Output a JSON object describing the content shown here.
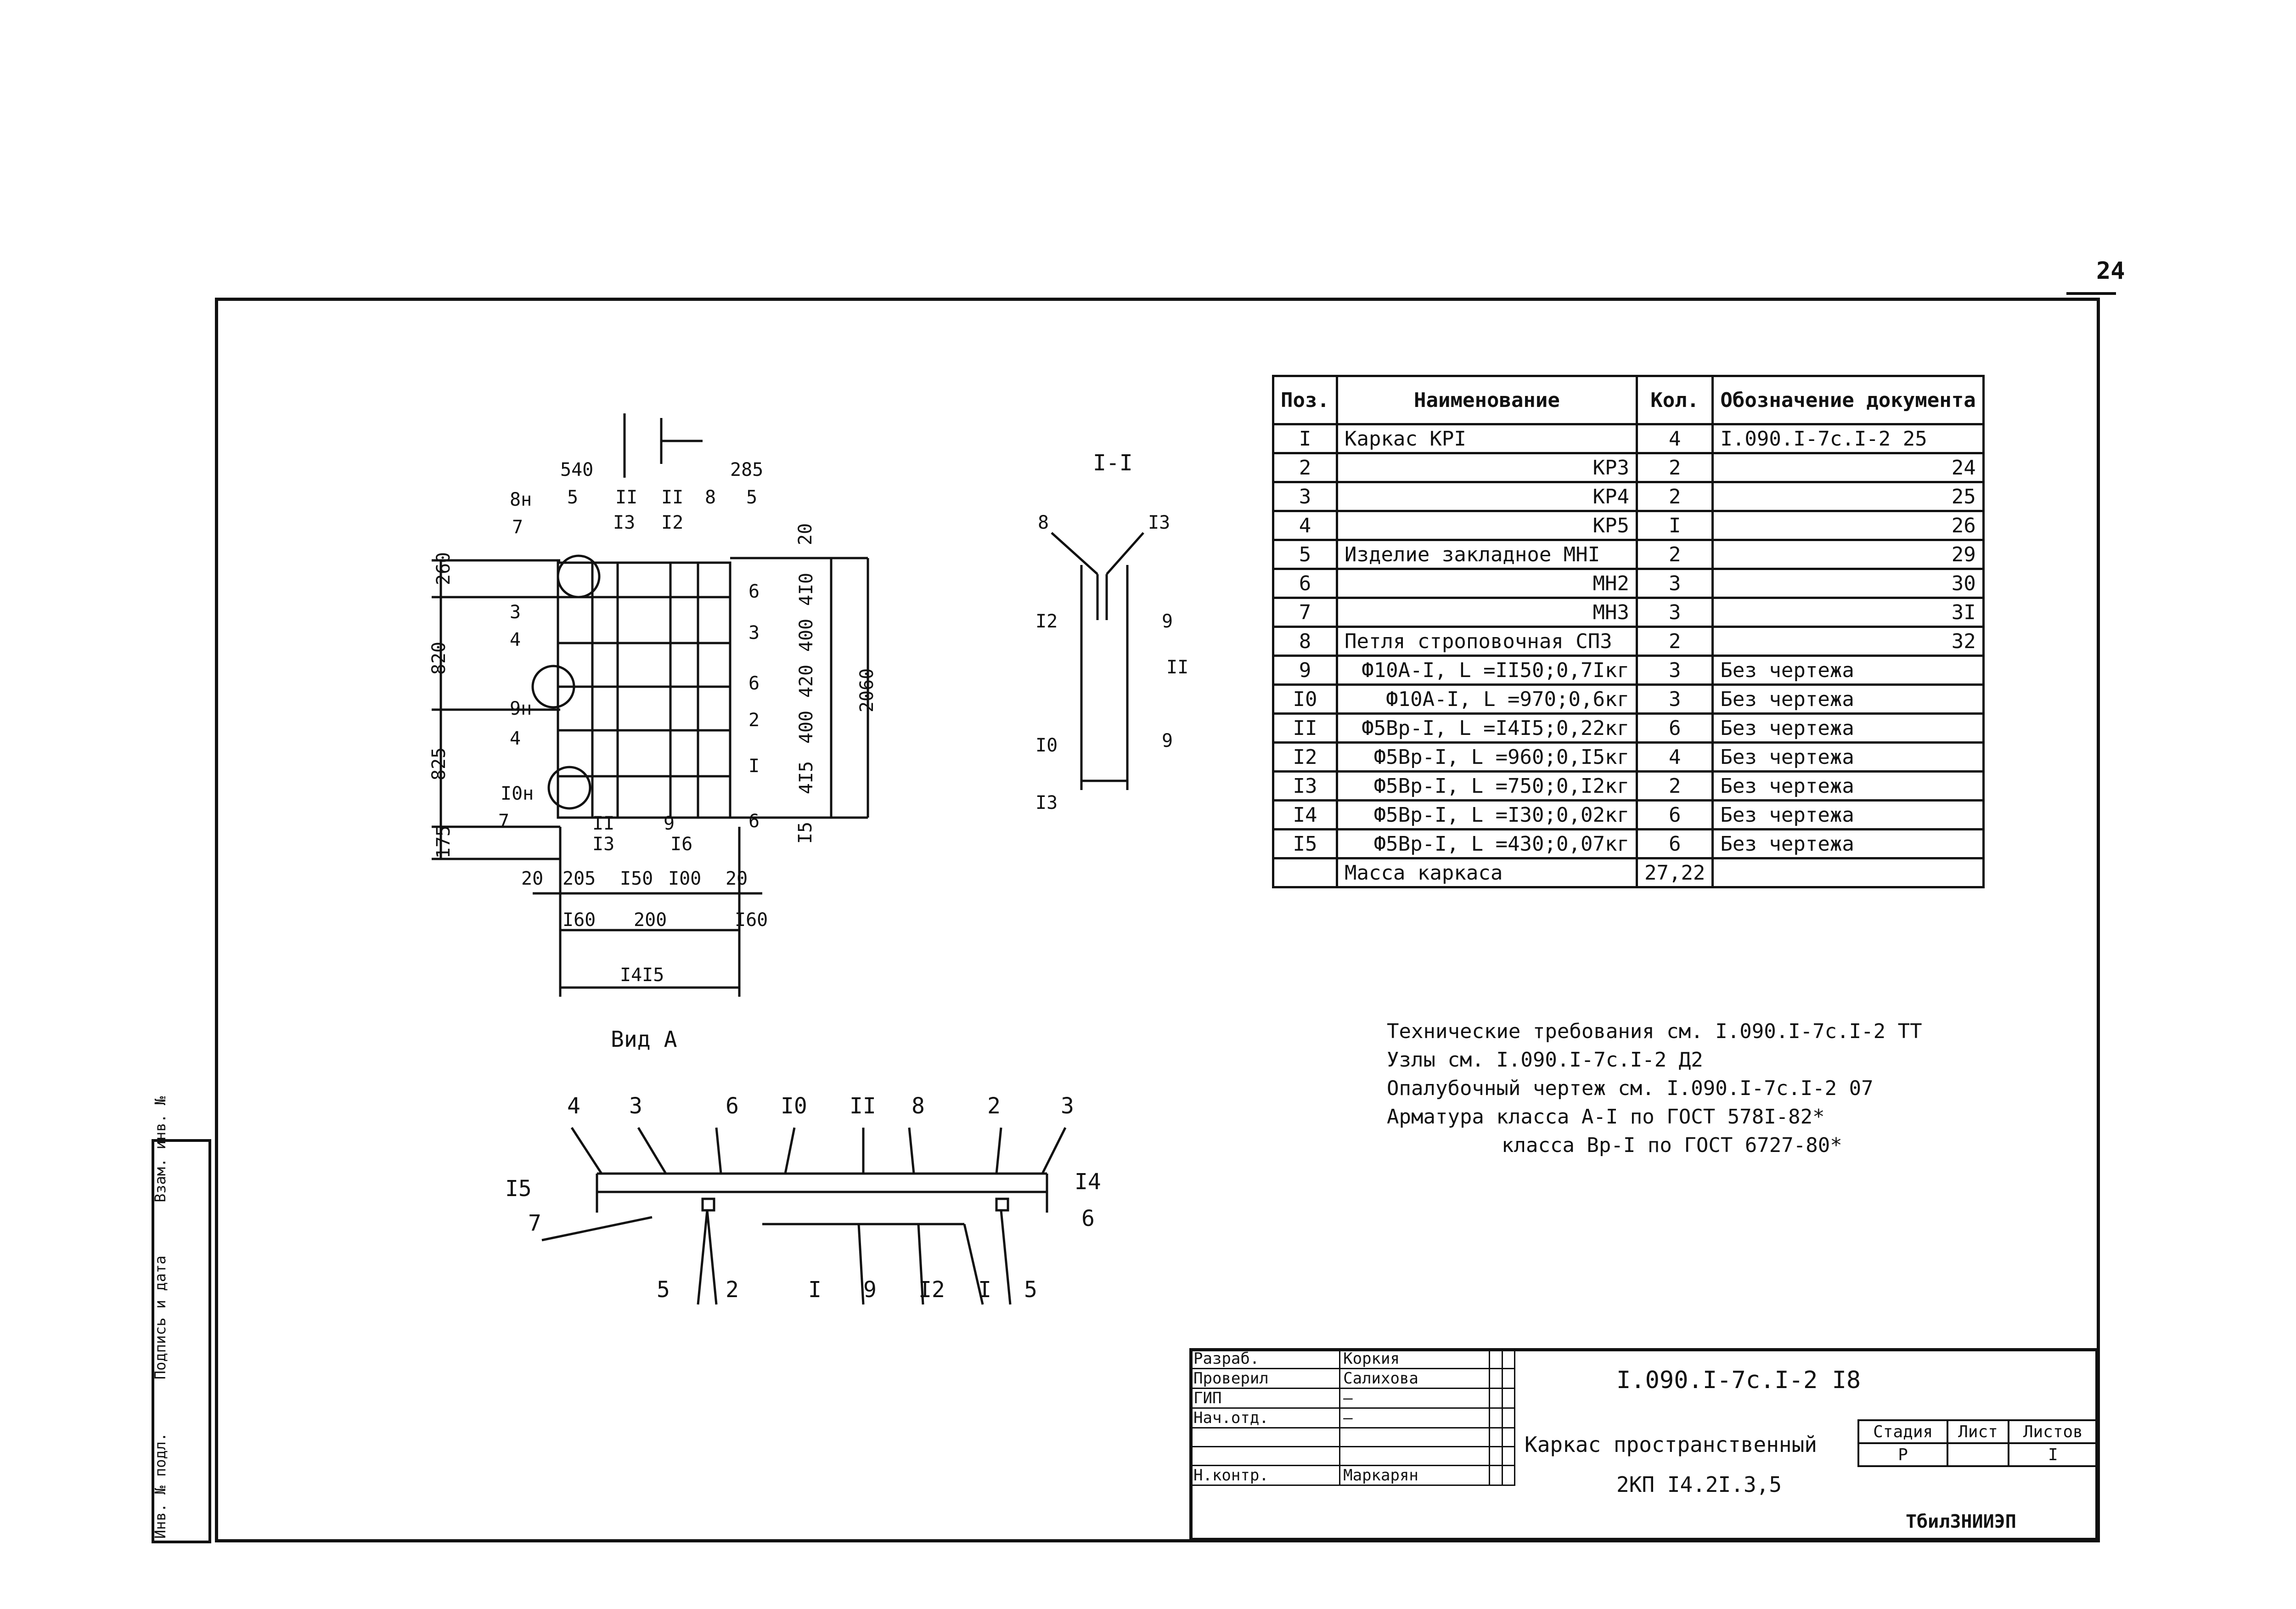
{
  "sheet_number": "24",
  "spec_table": {
    "headers": [
      "Поз.",
      "Наименование",
      "Кол.",
      "Обозначение документа"
    ],
    "rows": [
      [
        "I",
        "Каркас КРI",
        "4",
        "I.090.I-7с.I-2 25"
      ],
      [
        "2",
        "КР3",
        "2",
        "24"
      ],
      [
        "3",
        "КР4",
        "2",
        "25"
      ],
      [
        "4",
        "КР5",
        "I",
        "26"
      ],
      [
        "5",
        "Изделие закладное МНI",
        "2",
        "29"
      ],
      [
        "6",
        "МН2",
        "3",
        "30"
      ],
      [
        "7",
        "МН3",
        "3",
        "3I"
      ],
      [
        "8",
        "Петля строповочная СП3",
        "2",
        "32"
      ],
      [
        "9",
        "Ф10А-I, L =II50;0,7Iкг",
        "3",
        "Без чертежа"
      ],
      [
        "I0",
        "Ф10А-I, L =970;0,6кг",
        "3",
        "Без чертежа"
      ],
      [
        "II",
        "Ф5Вр-I, L =I4I5;0,22кг",
        "6",
        "Без чертежа"
      ],
      [
        "I2",
        "Ф5Вр-I, L =960;0,I5кг",
        "4",
        "Без чертежа"
      ],
      [
        "I3",
        "Ф5Вр-I, L =750;0,I2кг",
        "2",
        "Без чертежа"
      ],
      [
        "I4",
        "Ф5Вр-I, L =I30;0,02кг",
        "6",
        "Без чертежа"
      ],
      [
        "I5",
        "Ф5Вр-I, L =430;0,07кг",
        "6",
        "Без чертежа"
      ],
      [
        "",
        "Масса каркаса",
        "27,22",
        ""
      ]
    ]
  },
  "notes": [
    "Технические требования см.  I.090.I-7с.I-2 ТТ",
    "Узлы см. I.090.I-7с.I-2 Д2",
    "Опалубочный чертеж см.  I.090.I-7с.I-2 07",
    "Арматура класса А-I по ГОСТ 578I-82*",
    "класса Вр-I по ГОСТ 6727-80*"
  ],
  "drawing": {
    "section_label": "I-I",
    "view_label": "Вид А",
    "dims_top": [
      "540",
      "285"
    ],
    "dims_left": [
      "260",
      "820",
      "825",
      "175"
    ],
    "dims_right": [
      "20",
      "4I0",
      "400",
      "420",
      "400",
      "4I5",
      "I5"
    ],
    "dim_overall_h": "2060",
    "dims_bottom1": [
      "20",
      "205",
      "I50",
      "I00",
      "20"
    ],
    "dims_bottom2": [
      "I60",
      "200",
      "I60"
    ],
    "dim_overall_w": "I4I5",
    "plan_labels": [
      "8н",
      "7",
      "3",
      "4",
      "9н",
      "4",
      "I0н",
      "7",
      "5",
      "II",
      "I3",
      "II",
      "I2",
      "8",
      "5",
      "6",
      "3",
      "6",
      "2",
      "I",
      "6",
      "II",
      "I3",
      "9",
      "I6"
    ],
    "section_labels": [
      "8",
      "I3",
      "I2",
      "9",
      "II",
      "I0",
      "9",
      "I3"
    ],
    "view_labels_top": [
      "4",
      "3",
      "6",
      "I0",
      "II",
      "8",
      "2",
      "3"
    ],
    "view_labels_side": [
      "I5",
      "7",
      "I4",
      "6"
    ],
    "view_labels_bottom": [
      "5",
      "2",
      "I",
      "9",
      "I2",
      "I",
      "5"
    ]
  },
  "title_block": {
    "signatures": [
      [
        "Разраб.",
        "Коркия"
      ],
      [
        "Проверил",
        "Салихова"
      ],
      [
        "ГИП",
        "—"
      ],
      [
        "Нач.отд.",
        "—"
      ],
      [
        "",
        ""
      ],
      [
        "",
        ""
      ],
      [
        "Н.контр.",
        "Маркарян"
      ]
    ],
    "code": "I.090.I-7с.I-2 I8",
    "title_line1": "Каркас пространственный",
    "title_line2": "2КП I4.2I.3,5",
    "stage_headers": [
      "Стадия",
      "Лист",
      "Листов"
    ],
    "stage_values": [
      "Р",
      "",
      "I"
    ],
    "organization": "ТбилЗНИИЭП"
  },
  "margin_stamp": [
    "Инв. № подл.",
    "Подпись и дата",
    "Взам. инв. №"
  ]
}
